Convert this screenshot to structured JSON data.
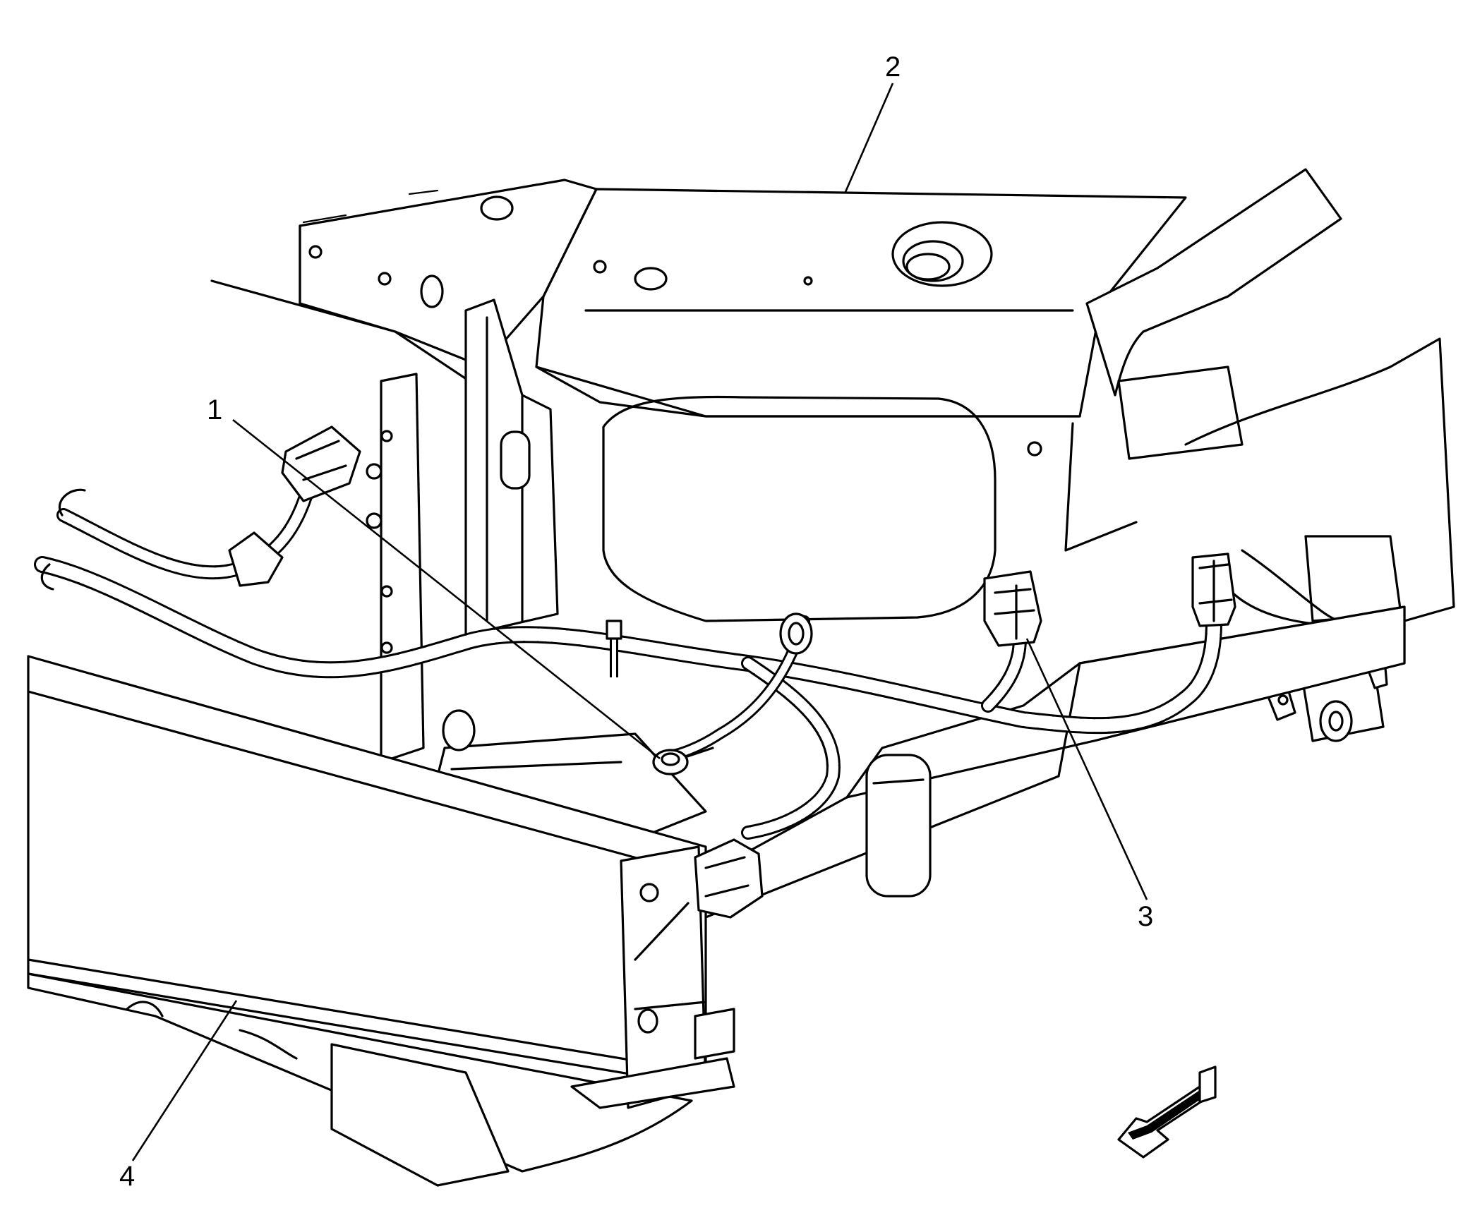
{
  "callouts": [
    {
      "id": "1",
      "label": "1"
    },
    {
      "id": "2",
      "label": "2"
    },
    {
      "id": "3",
      "label": "3"
    },
    {
      "id": "4",
      "label": "4"
    }
  ],
  "view_arrow": {
    "icon": "view-direction-arrow-icon"
  }
}
